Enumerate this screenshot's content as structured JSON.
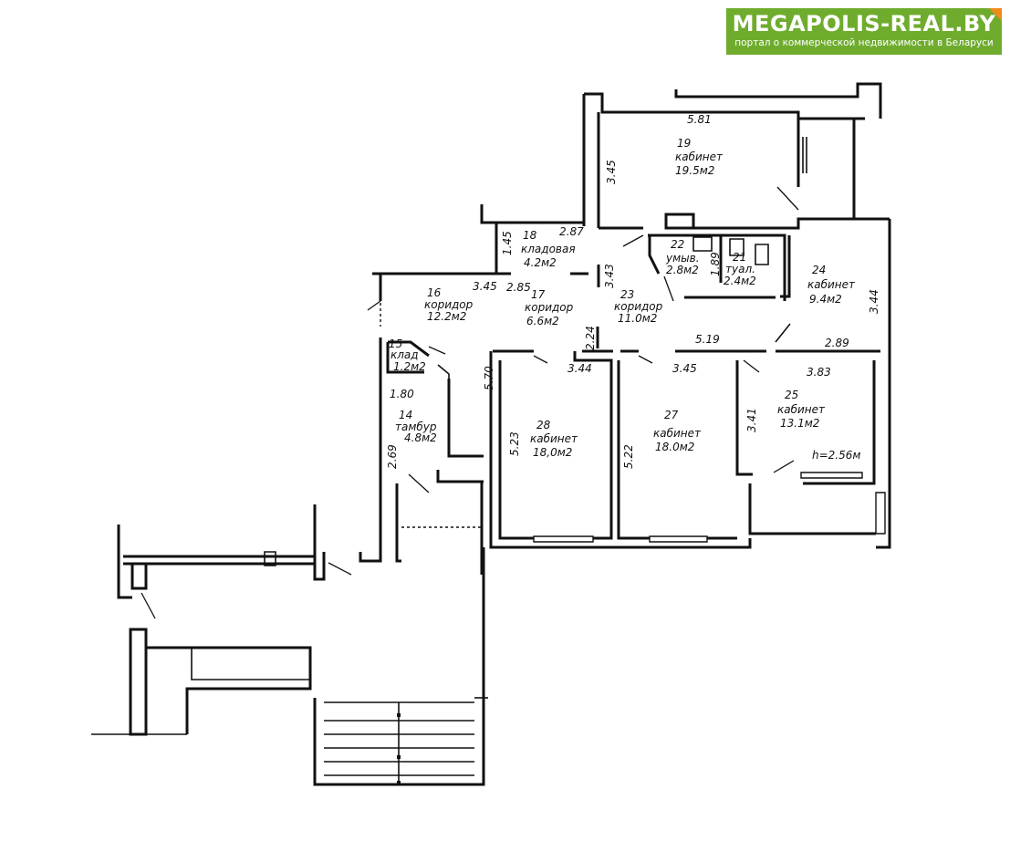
{
  "brand": {
    "title": "MEGAPOLIS-REAL.BY",
    "subtitle": "портал о коммерческой недвижимости в Беларуси",
    "color": "#6fac2e",
    "accent": "#f08a1c"
  },
  "rooms": [
    {
      "id": "room-19",
      "lines": [
        "19",
        "кабинет",
        "19.5м2"
      ]
    },
    {
      "id": "room-18",
      "lines": [
        "18",
        "кладовая",
        "4.2м2"
      ]
    },
    {
      "id": "room-22",
      "lines": [
        "22",
        "умыв.",
        "2.8м2"
      ]
    },
    {
      "id": "room-21",
      "lines": [
        "21",
        "туал.",
        "2.4м2"
      ]
    },
    {
      "id": "room-24",
      "lines": [
        "24",
        "кабинет",
        "9.4м2"
      ]
    },
    {
      "id": "room-16",
      "lines": [
        "16",
        "коридор",
        "12.2м2"
      ]
    },
    {
      "id": "room-17",
      "lines": [
        "17",
        "коридор",
        "6.6м2"
      ]
    },
    {
      "id": "room-23",
      "lines": [
        "23",
        "коридор",
        "11.0м2"
      ]
    },
    {
      "id": "room-15",
      "lines": [
        "15",
        "клад",
        "1.2м2"
      ]
    },
    {
      "id": "room-14",
      "lines": [
        "14",
        "тамбур",
        "4.8м2"
      ]
    },
    {
      "id": "room-28",
      "lines": [
        "28",
        "кабинет",
        "18,0м2"
      ]
    },
    {
      "id": "room-27",
      "lines": [
        "27",
        "кабинет",
        "18.0м2"
      ]
    },
    {
      "id": "room-25",
      "lines": [
        "25",
        "кабинет",
        "13.1м2"
      ]
    }
  ],
  "dimensions": [
    "5.81",
    "3.45",
    "2.87",
    "1.45",
    "3.43",
    "1.89",
    "3.44",
    "3.45",
    "2.85",
    "2.24",
    "5.19",
    "2.89",
    "3.44",
    "3.45",
    "3.83",
    "5.70",
    "3.41",
    "5.23",
    "5.22",
    "1.80",
    "2.69"
  ],
  "ceiling_height": "h=2.56м"
}
